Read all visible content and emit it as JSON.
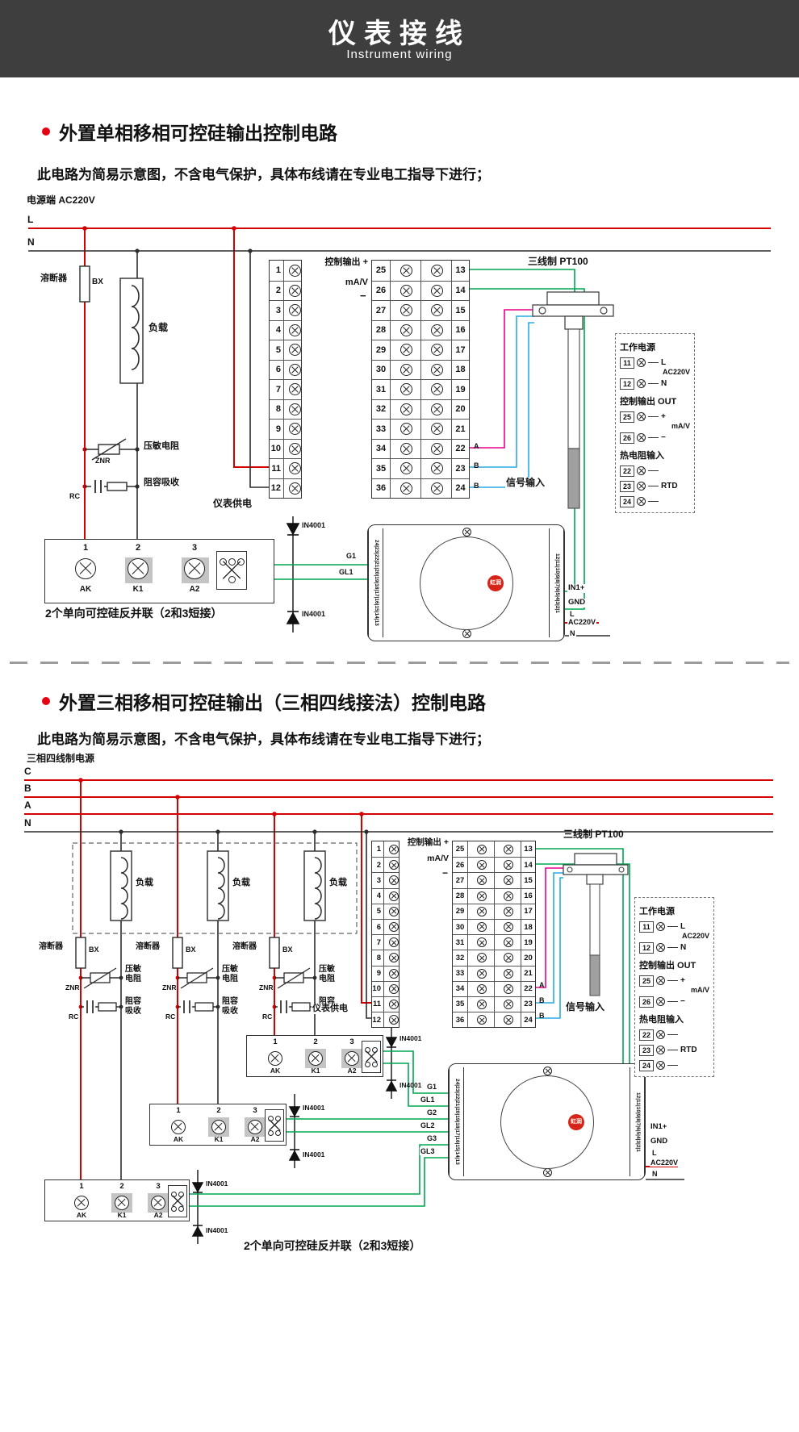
{
  "header": {
    "title": "仪表接线",
    "subtitle": "Instrument wiring"
  },
  "common": {
    "warning": "此电路为简易示意图，不含电气保护，具体布线请在专业电工指导下进行；",
    "fuse": "溶断器",
    "bx": "BX",
    "load": "负载",
    "varistor": "压敏电阻",
    "znr": "ZNR",
    "rc_name": "阻容吸收",
    "rc": "RC",
    "meter_supply": "仪表供电",
    "signal_input": "信号输入",
    "ctrl_out_plus": "控制输出 +",
    "mav": "mA/V",
    "minus": "−",
    "pt100": "三线制  PT100",
    "a": "A",
    "b": "B",
    "diode": "IN4001",
    "scr_caption": "2个单向可控硅反并联（2和3短接）",
    "t1": "1",
    "t2": "2",
    "t3": "3",
    "ak": "AK",
    "k1": "K1",
    "a2": "A2",
    "terms_left": [
      "1",
      "2",
      "3",
      "4",
      "5",
      "6",
      "7",
      "8",
      "9",
      "10",
      "11",
      "12"
    ],
    "block2_rows": [
      {
        "m": "25",
        "r": "13"
      },
      {
        "m": "26",
        "r": "14"
      },
      {
        "m": "27",
        "r": "15"
      },
      {
        "m": "28",
        "r": "16"
      },
      {
        "m": "29",
        "r": "17"
      },
      {
        "m": "30",
        "r": "18"
      },
      {
        "m": "31",
        "r": "19"
      },
      {
        "m": "32",
        "r": "20"
      },
      {
        "m": "33",
        "r": "21"
      },
      {
        "m": "34",
        "r": "22"
      },
      {
        "m": "35",
        "r": "23"
      },
      {
        "m": "36",
        "r": "24"
      }
    ],
    "panel": {
      "work_power": "工作电源",
      "n11": "11",
      "n12": "12",
      "l": "L",
      "n": "N",
      "ac220": "AC220V",
      "ctrl_out": "控制输出 OUT",
      "n25": "25",
      "n26": "26",
      "plus": "+",
      "minus": "−",
      "mav": "mA/V",
      "rtd_input": "热电阻输入",
      "n22": "22",
      "n23": "23",
      "n24": "24",
      "rtd": "RTD"
    },
    "device": {
      "left_strip": "24|23|22|21|20|19|18|17|16|15|14|13",
      "right_strip": "12|11|10|9|8|7|6|5|4|3|2|1",
      "in1": "IN1+",
      "gnd": "GND",
      "l": "L",
      "ac220": "AC220V",
      "n": "N",
      "brand": "虹润"
    },
    "colors": {
      "red": "#d40000",
      "green": "#00a551",
      "blue": "#29abe2",
      "magenta": "#ec008c"
    }
  },
  "section1": {
    "title": "外置单相移相可控硅输出控制电路",
    "power_label": "电源端  AC220V",
    "l": "L",
    "n": "N",
    "g1": "G1",
    "gl1": "GL1"
  },
  "section2": {
    "title": "外置三相移相可控硅输出（三相四线接法）控制电路",
    "power_label": "三相四线制电源",
    "c": "C",
    "b": "B",
    "a": "A",
    "n": "N",
    "g1": "G1",
    "gl1": "GL1",
    "g2": "G2",
    "gl2": "GL2",
    "g3": "G3",
    "gl3": "GL3"
  }
}
